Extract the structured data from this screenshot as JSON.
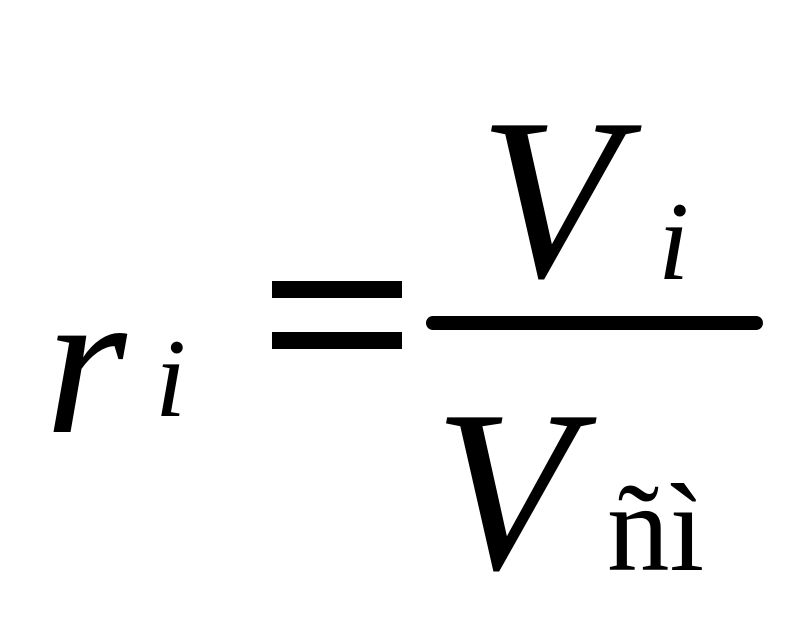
{
  "formula": {
    "lhs": {
      "base": "r",
      "subscript": "i"
    },
    "relation": "=",
    "numerator": {
      "base": "V",
      "subscript": "i"
    },
    "denominator": {
      "base": "V",
      "subscript": "ñì"
    }
  },
  "colors": {
    "ink": "#000000",
    "background": "#ffffff"
  }
}
